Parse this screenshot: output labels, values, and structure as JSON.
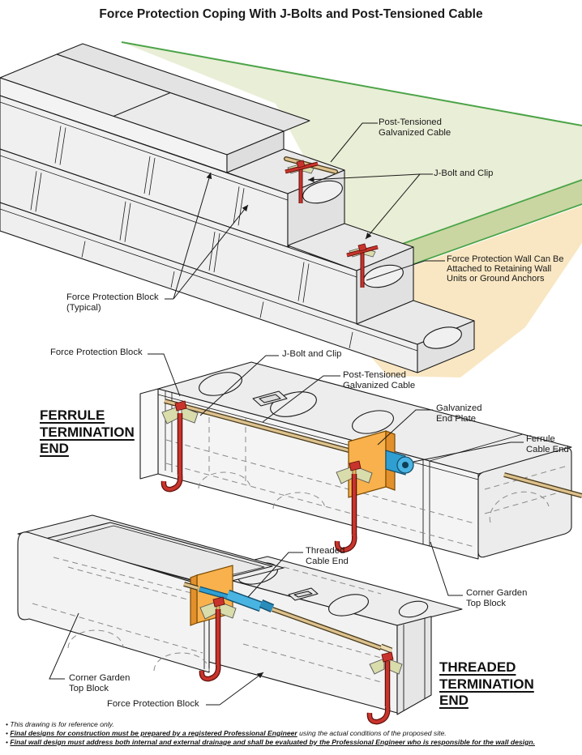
{
  "title": "Force Protection Coping With J-Bolts and Post-Tensioned Cable",
  "colors": {
    "outline": "#1a1a1a",
    "block_fill": "#efefef",
    "grass": "#e9eed6",
    "grass_band": "#c9d6a2",
    "grass_edge_green": "#4ca448",
    "soil": "#f9e7c3",
    "cable_tan": "#ddc28f",
    "jbolt_red": "#c8342c",
    "clip_olive": "#d9dcab",
    "end_plate_orange": "#f8b14c",
    "ferrule_blue": "#2f9fd2"
  },
  "top": {
    "labels": {
      "cable": [
        "Post-Tensioned",
        "Galvanized Cable"
      ],
      "jbolt": "J-Bolt and Clip",
      "block": [
        "Force Protection Block",
        "(Typical)"
      ],
      "attach": [
        "Force Protection Wall Can Be",
        "Attached to Retaining Wall",
        "Units or Ground Anchors"
      ]
    }
  },
  "ferrule": {
    "heading": [
      "FERRULE",
      "TERMINATION",
      "END"
    ],
    "labels": {
      "block": "Force Protection Block",
      "jbolt": "J-Bolt and Clip",
      "cable": [
        "Post-Tensioned",
        "Galvanized Cable"
      ],
      "plate": [
        "Galvanized",
        "End Plate"
      ],
      "ferrule_end": [
        "Ferrule",
        "Cable End"
      ],
      "corner": [
        "Corner Garden",
        "Top Block"
      ]
    }
  },
  "threaded": {
    "heading": [
      "THREADED",
      "TERMINATION",
      "END"
    ],
    "labels": {
      "threaded_end": [
        "Threaded",
        "Cable End"
      ],
      "corner": [
        "Corner Garden",
        "Top Block"
      ],
      "block": "Force Protection Block"
    }
  },
  "notes": [
    {
      "em": "",
      "rest": "This drawing is for reference only."
    },
    {
      "em": "Final designs for construction must be prepared by a registered Professional Engineer",
      "rest": " using the actual conditions of the proposed site."
    },
    {
      "em": "Final wall design must address both internal and external drainage and shall be evaluated by the Professional Engineer who is responsible for the wall design.",
      "rest": ""
    }
  ]
}
